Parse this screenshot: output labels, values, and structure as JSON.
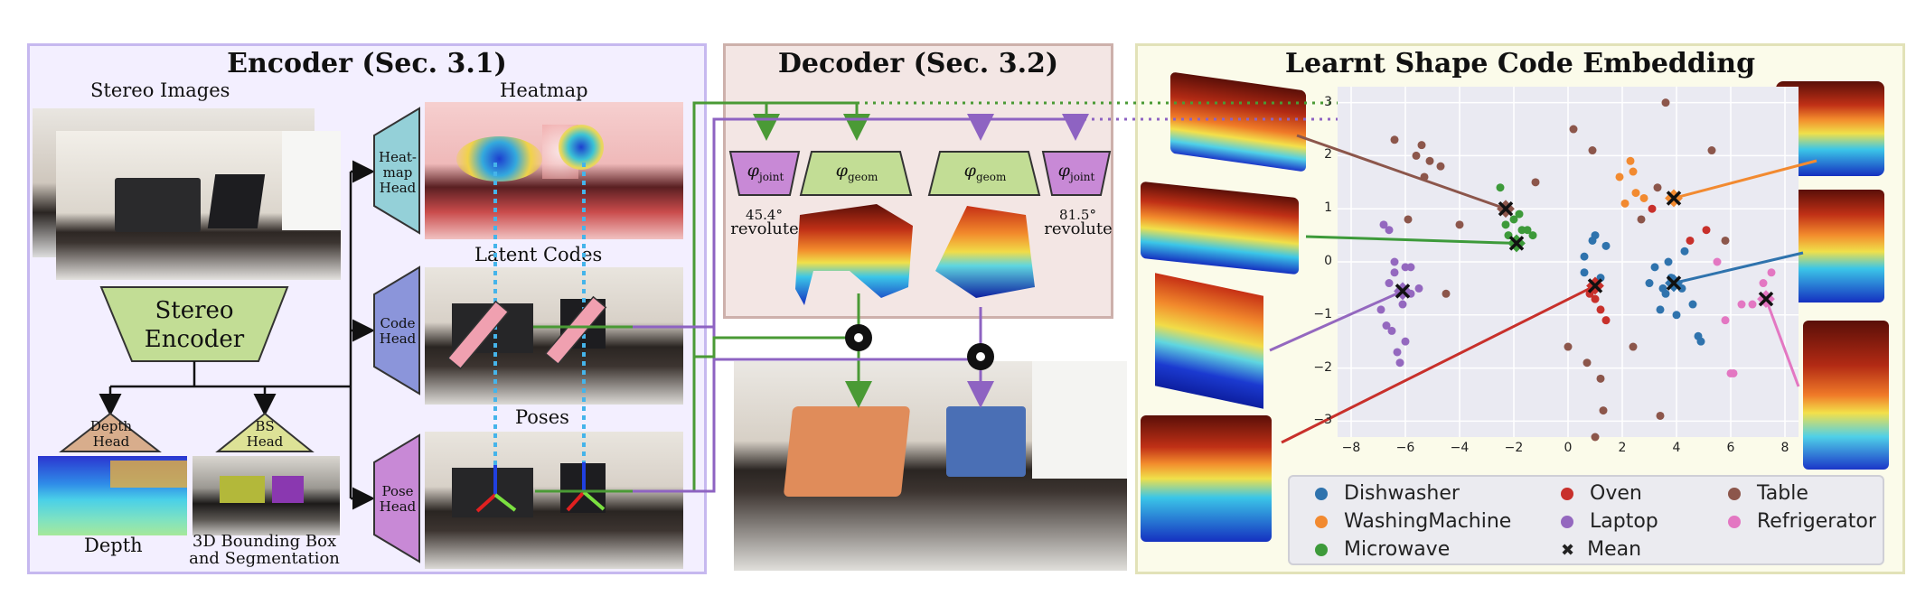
{
  "encoder": {
    "title": "Encoder (Sec. 3.1)",
    "stereo_images_label": "Stereo Images",
    "heatmap_label": "Heatmap",
    "latent_codes_label": "Latent Codes",
    "poses_label": "Poses",
    "stereo_encoder_label": "Stereo Encoder",
    "heatmap_head_label": "Heat-map Head",
    "code_head_label": "Code Head",
    "pose_head_label": "Pose Head",
    "depth_head_label": "Depth Head",
    "bs_head_label": "BS Head",
    "depth_label": "Depth",
    "bbox_label": "3D Bounding Box and Segmentation"
  },
  "decoder": {
    "title": "Decoder (Sec. 3.2)",
    "phi_joint": "φ",
    "phi_joint_sub": "joint",
    "phi_geom": "φ",
    "phi_geom_sub": "geom",
    "left_angle": "45.4°",
    "left_type": "revolute",
    "right_angle": "81.5°",
    "right_type": "revolute"
  },
  "embedding": {
    "title": "Learnt Shape Code Embedding"
  },
  "chart_data": {
    "type": "scatter",
    "title": "Learnt Shape Code Embedding",
    "xlabel": "",
    "ylabel": "",
    "xlim": [
      -8.5,
      8.5
    ],
    "ylim": [
      -3.3,
      3.3
    ],
    "xticks": [
      -8,
      -6,
      -4,
      -2,
      0,
      2,
      4,
      6,
      8
    ],
    "yticks": [
      -3,
      -2,
      -1,
      0,
      1,
      2,
      3
    ],
    "grid": true,
    "legend_position": "bottom",
    "series": [
      {
        "name": "Dishwasher",
        "color": "#2f73ad",
        "points": [
          [
            0.6,
            0.1
          ],
          [
            0.9,
            0.4
          ],
          [
            0.6,
            -0.2
          ],
          [
            1.2,
            -0.3
          ],
          [
            1.0,
            0.5
          ],
          [
            1.4,
            0.3
          ],
          [
            3.0,
            -0.4
          ],
          [
            3.2,
            -0.1
          ],
          [
            3.6,
            -0.6
          ],
          [
            3.4,
            -0.9
          ],
          [
            3.8,
            -0.3
          ],
          [
            4.0,
            -1.0
          ],
          [
            4.3,
            0.2
          ],
          [
            4.6,
            -0.8
          ],
          [
            4.8,
            -1.4
          ],
          [
            4.2,
            -0.5
          ],
          [
            3.7,
            0.0
          ],
          [
            4.9,
            -1.5
          ],
          [
            3.5,
            -0.5
          ]
        ]
      },
      {
        "name": "WashingMachine",
        "color": "#f28a30",
        "points": [
          [
            1.9,
            1.6
          ],
          [
            2.3,
            1.9
          ],
          [
            2.5,
            1.3
          ],
          [
            2.1,
            1.1
          ],
          [
            2.8,
            1.2
          ],
          [
            2.4,
            1.7
          ]
        ]
      },
      {
        "name": "Microwave",
        "color": "#3d9a3a",
        "points": [
          [
            -2.5,
            1.4
          ],
          [
            -2.3,
            0.7
          ],
          [
            -2.0,
            0.8
          ],
          [
            -1.7,
            0.6
          ],
          [
            -1.5,
            0.6
          ],
          [
            -1.3,
            0.5
          ],
          [
            -2.2,
            0.5
          ],
          [
            -1.8,
            0.9
          ]
        ]
      },
      {
        "name": "Oven",
        "color": "#c8302b",
        "points": [
          [
            0.8,
            -0.6
          ],
          [
            1.2,
            -0.9
          ],
          [
            1.0,
            -0.7
          ],
          [
            1.4,
            -1.1
          ],
          [
            3.1,
            1.0
          ],
          [
            4.5,
            0.4
          ],
          [
            5.1,
            0.6
          ]
        ]
      },
      {
        "name": "Laptop",
        "color": "#9468bf",
        "points": [
          [
            -6.8,
            0.7
          ],
          [
            -6.6,
            0.6
          ],
          [
            -6.4,
            0.0
          ],
          [
            -6.0,
            -0.1
          ],
          [
            -5.8,
            -0.1
          ],
          [
            -5.8,
            -0.6
          ],
          [
            -6.1,
            -0.8
          ],
          [
            -6.6,
            -0.4
          ],
          [
            -6.7,
            -1.2
          ],
          [
            -6.5,
            -1.3
          ],
          [
            -6.3,
            -1.7
          ],
          [
            -6.2,
            -1.9
          ],
          [
            -6.0,
            -1.5
          ],
          [
            -5.5,
            -0.5
          ],
          [
            -6.9,
            -0.9
          ],
          [
            -6.4,
            -0.2
          ]
        ]
      },
      {
        "name": "Table",
        "color": "#8c564b",
        "points": [
          [
            -6.4,
            2.3
          ],
          [
            -5.4,
            2.2
          ],
          [
            -5.6,
            2.0
          ],
          [
            -5.3,
            1.6
          ],
          [
            -5.1,
            1.9
          ],
          [
            -4.7,
            1.8
          ],
          [
            -5.9,
            0.8
          ],
          [
            -4.0,
            0.7
          ],
          [
            -4.5,
            -0.6
          ],
          [
            -1.2,
            1.5
          ],
          [
            0.2,
            2.5
          ],
          [
            0.9,
            2.1
          ],
          [
            3.3,
            1.4
          ],
          [
            2.7,
            0.8
          ],
          [
            3.6,
            3.0
          ],
          [
            5.3,
            2.1
          ],
          [
            5.8,
            0.4
          ],
          [
            0.0,
            -1.6
          ],
          [
            0.7,
            -1.9
          ],
          [
            1.2,
            -2.2
          ],
          [
            1.3,
            -2.8
          ],
          [
            3.4,
            -2.9
          ],
          [
            2.4,
            -1.6
          ],
          [
            1.0,
            -3.3
          ]
        ]
      },
      {
        "name": "Refrigerator",
        "color": "#e377c2",
        "points": [
          [
            5.5,
            0.0
          ],
          [
            5.8,
            -1.1
          ],
          [
            6.0,
            -2.1
          ],
          [
            6.4,
            -0.8
          ],
          [
            6.8,
            -0.8
          ],
          [
            7.2,
            -0.4
          ],
          [
            7.5,
            -0.2
          ],
          [
            6.1,
            -2.1
          ]
        ]
      },
      {
        "name": "Mean",
        "color": "#222222",
        "marker": "x",
        "points": [
          [
            -2.3,
            1.0
          ],
          [
            -1.9,
            0.35
          ],
          [
            3.9,
            1.2
          ],
          [
            1.0,
            -0.45
          ],
          [
            -6.1,
            -0.55
          ],
          [
            3.9,
            -0.4
          ],
          [
            7.3,
            -0.7
          ]
        ]
      }
    ],
    "mean_fills": [
      "#8c564b",
      "#3d9a3a",
      "#f28a30",
      "#c8302b",
      "#9468bf",
      "#2f73ad",
      "#e377c2"
    ]
  }
}
